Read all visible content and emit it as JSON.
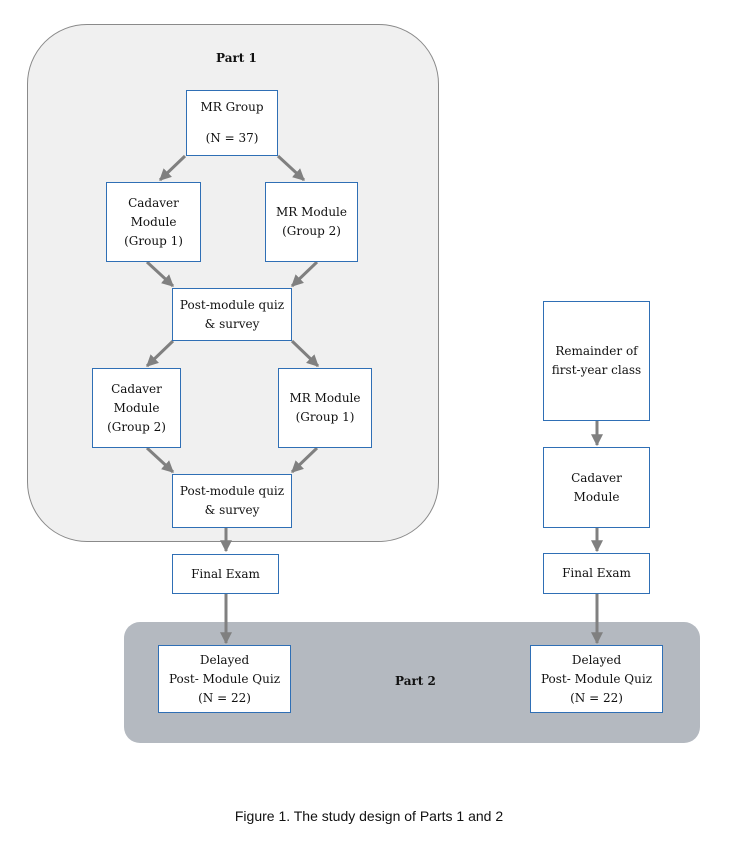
{
  "regions": {
    "part1": {
      "title": "Part 1"
    },
    "part2": {
      "title": "Part 2"
    }
  },
  "nodes": {
    "mr_group": {
      "line1": "MR Group",
      "line2": "(N = 37)"
    },
    "cadaver_group1": {
      "line1": "Cadaver",
      "line2": "Module",
      "line3": "(Group 1)"
    },
    "mr_module_group2": {
      "line1": "MR Module",
      "line2": "(Group 2)"
    },
    "quiz_survey_1": {
      "line1": "Post-module quiz",
      "line2": "& survey"
    },
    "cadaver_group2": {
      "line1": "Cadaver",
      "line2": "Module",
      "line3": "(Group 2)"
    },
    "mr_module_group1": {
      "line1": "MR Module",
      "line2": "(Group 1)"
    },
    "quiz_survey_2": {
      "line1": "Post-module quiz",
      "line2": "& survey"
    },
    "final_exam_left": {
      "line1": "Final Exam"
    },
    "delayed_left": {
      "line1": "Delayed",
      "line2": "Post- Module Quiz",
      "line3": "(N = 22)"
    },
    "remainder": {
      "line1": "Remainder of",
      "line2": "first-year class"
    },
    "cadaver_module_right": {
      "line1": "Cadaver",
      "line2": "Module"
    },
    "final_exam_right": {
      "line1": "Final Exam"
    },
    "delayed_right": {
      "line1": "Delayed",
      "line2": "Post- Module Quiz",
      "line3": "(N = 22)"
    }
  },
  "caption": "Figure 1. The study design of Parts 1 and 2",
  "colors": {
    "box_border": "#2f6fb5",
    "arrow": "#808080",
    "part1_fill": "#f0f0f0",
    "part2_fill": "#b4b9c0"
  }
}
